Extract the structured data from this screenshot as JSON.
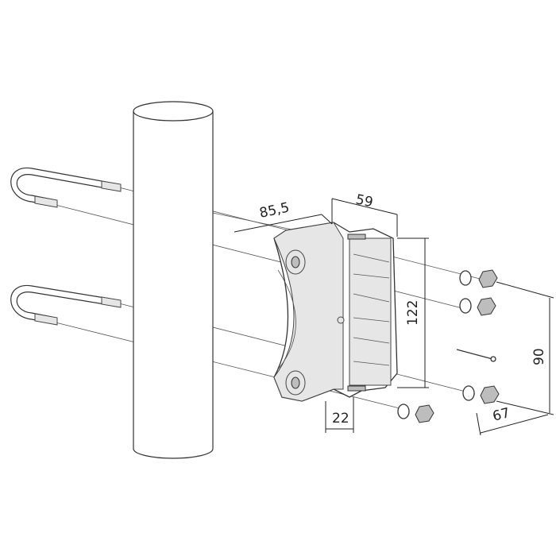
{
  "dimensions": {
    "depth_bracket": "85,5",
    "width_top": "59",
    "height_bracket": "122",
    "bolt_spacing": "90",
    "width_bottom": "67",
    "offset": "22"
  }
}
